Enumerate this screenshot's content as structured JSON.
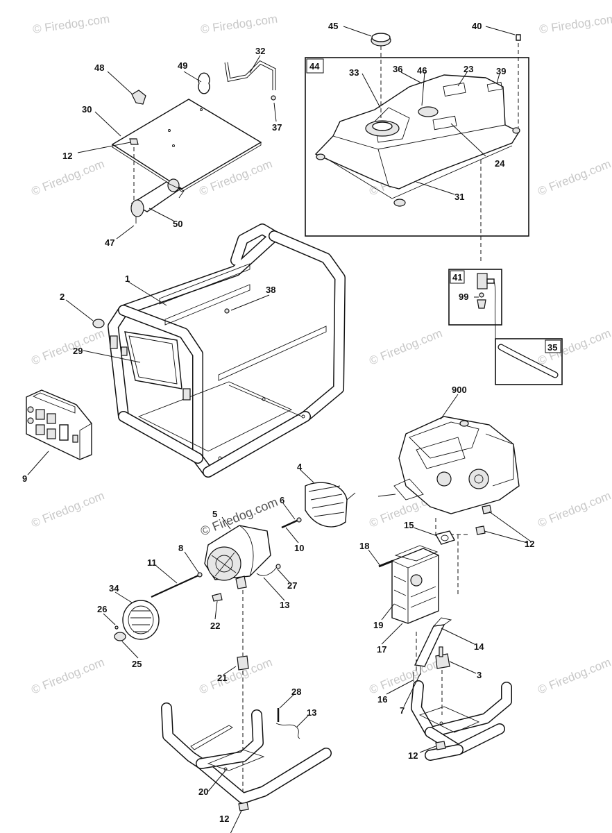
{
  "watermark": {
    "text": "© Firedog.com",
    "color": "#c8c8c8"
  },
  "boxes": [
    {
      "id": "44",
      "label": "44"
    },
    {
      "id": "41",
      "label": "41"
    },
    {
      "id": "35",
      "label": "35"
    }
  ],
  "callouts": [
    "45",
    "40",
    "33",
    "36",
    "46",
    "23",
    "39",
    "24",
    "31",
    "48",
    "49",
    "32",
    "30",
    "37",
    "12",
    "50",
    "47",
    "1",
    "38",
    "2",
    "29",
    "41",
    "99",
    "35",
    "9",
    "900",
    "4",
    "5",
    "6",
    "10",
    "8",
    "11",
    "27",
    "13",
    "22",
    "34",
    "26",
    "25",
    "18",
    "15",
    "12",
    "19",
    "17",
    "14",
    "3",
    "16",
    "7",
    "21",
    "28",
    "13",
    "12",
    "20",
    "12"
  ]
}
